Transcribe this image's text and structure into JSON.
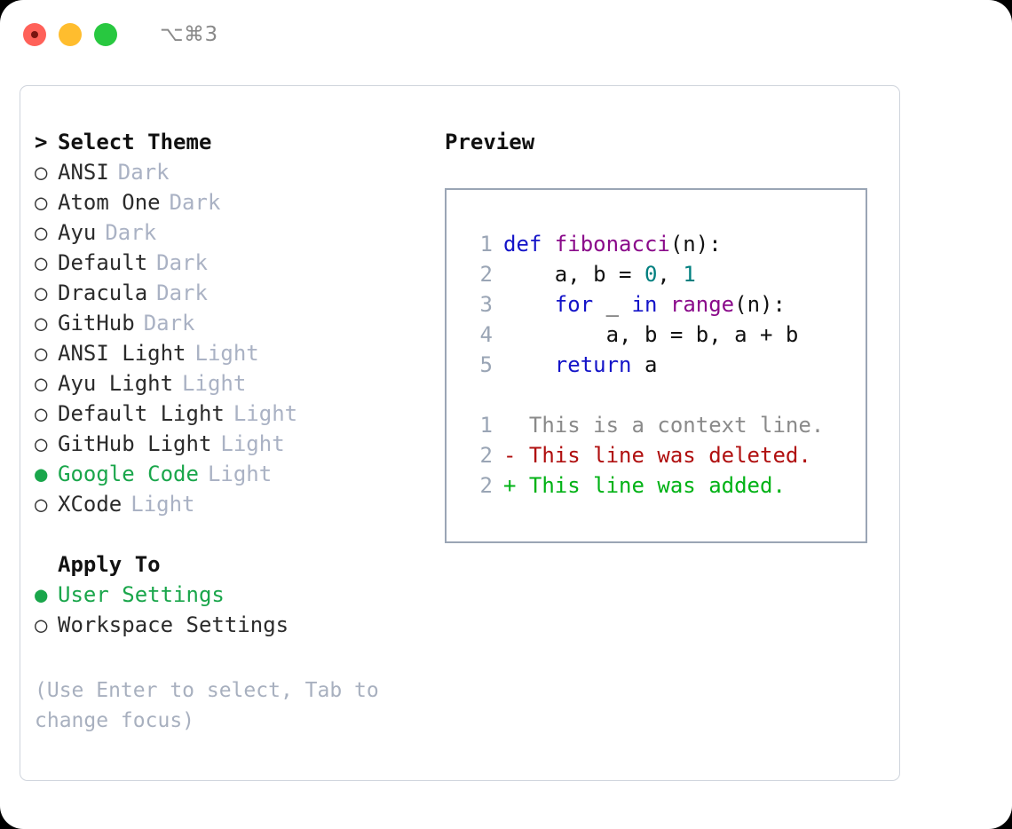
{
  "titlebar": {
    "shortcut": "⌥⌘3",
    "buttons": [
      {
        "name": "close",
        "color": "#ff6159"
      },
      {
        "name": "minimize",
        "color": "#ffbd2e"
      },
      {
        "name": "maximize",
        "color": "#28c840"
      }
    ]
  },
  "colors": {
    "selected_green": "#1aa64b",
    "diff_added": "#00b215",
    "diff_deleted": "#b01010",
    "tag_gray": "#aab2c4",
    "keyword_blue": "#1414c8",
    "function_purple": "#8a0a8a",
    "number_teal": "#007f7f",
    "panel_border": "#9aa5b5"
  },
  "left_panel": {
    "title": "Select Theme",
    "caret": ">",
    "marker_unselected": "○",
    "marker_selected": "●",
    "themes": [
      {
        "name": "ANSI",
        "tag": "Dark",
        "selected": false
      },
      {
        "name": "Atom One",
        "tag": "Dark",
        "selected": false
      },
      {
        "name": "Ayu",
        "tag": "Dark",
        "selected": false
      },
      {
        "name": "Default",
        "tag": "Dark",
        "selected": false
      },
      {
        "name": "Dracula",
        "tag": "Dark",
        "selected": false
      },
      {
        "name": "GitHub",
        "tag": "Dark",
        "selected": false
      },
      {
        "name": "ANSI Light",
        "tag": "Light",
        "selected": false
      },
      {
        "name": "Ayu Light",
        "tag": "Light",
        "selected": false
      },
      {
        "name": "Default Light",
        "tag": "Light",
        "selected": false
      },
      {
        "name": "GitHub Light",
        "tag": "Light",
        "selected": false
      },
      {
        "name": "Google Code",
        "tag": "Light",
        "selected": true
      },
      {
        "name": "XCode",
        "tag": "Light",
        "selected": false
      }
    ],
    "apply_to_title": "Apply To",
    "apply_to": [
      {
        "name": "User Settings",
        "selected": true
      },
      {
        "name": "Workspace Settings",
        "selected": false
      }
    ],
    "hint": "(Use Enter to select, Tab to change focus)"
  },
  "right_panel": {
    "title": "Preview",
    "code_lines": [
      {
        "number": "1",
        "tokens": [
          {
            "text": "def ",
            "type": "kw"
          },
          {
            "text": "fibonacci",
            "type": "fn"
          },
          {
            "text": "(n):",
            "type": "punc"
          }
        ]
      },
      {
        "number": "2",
        "tokens": [
          {
            "text": "    a, b = ",
            "type": "txt"
          },
          {
            "text": "0",
            "type": "num"
          },
          {
            "text": ", ",
            "type": "txt"
          },
          {
            "text": "1",
            "type": "num"
          }
        ]
      },
      {
        "number": "3",
        "tokens": [
          {
            "text": "    ",
            "type": "txt"
          },
          {
            "text": "for",
            "type": "kw"
          },
          {
            "text": " _ ",
            "type": "txt"
          },
          {
            "text": "in",
            "type": "kw"
          },
          {
            "text": " ",
            "type": "txt"
          },
          {
            "text": "range",
            "type": "fn"
          },
          {
            "text": "(n):",
            "type": "punc"
          }
        ]
      },
      {
        "number": "4",
        "tokens": [
          {
            "text": "        a, b = b, a + b",
            "type": "txt"
          }
        ]
      },
      {
        "number": "5",
        "tokens": [
          {
            "text": "    ",
            "type": "txt"
          },
          {
            "text": "return",
            "type": "kw"
          },
          {
            "text": " a",
            "type": "txt"
          }
        ]
      }
    ],
    "diff_lines": [
      {
        "number": "1",
        "sign": " ",
        "text": " This is a context line.",
        "type": "ctx"
      },
      {
        "number": "2",
        "sign": "-",
        "text": " This line was deleted.",
        "type": "del"
      },
      {
        "number": "2",
        "sign": "+",
        "text": " This line was added.",
        "type": "add"
      }
    ]
  }
}
